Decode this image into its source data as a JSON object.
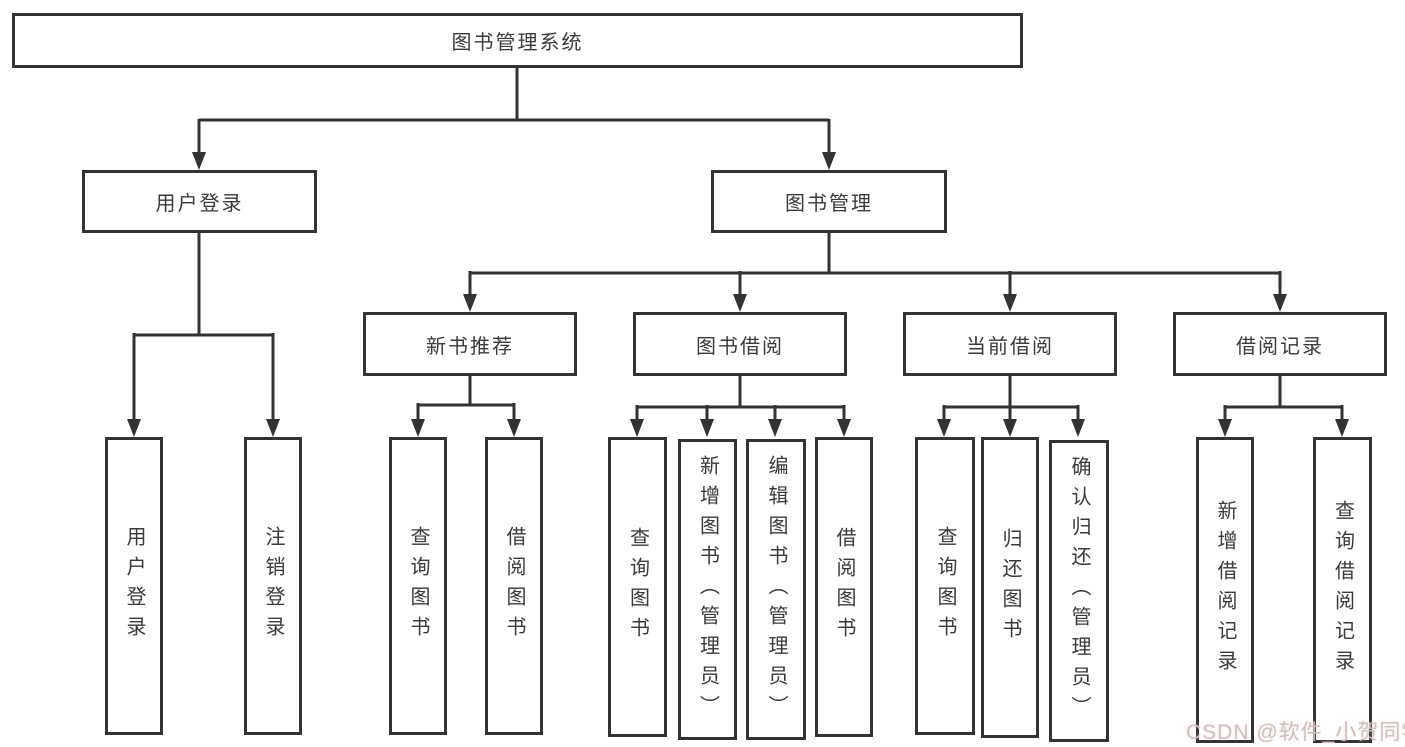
{
  "tree": {
    "root": "图书管理系统",
    "branches": [
      {
        "label": "用户登录",
        "children": [
          "用户登录",
          "注销登录"
        ]
      },
      {
        "label": "图书管理",
        "children": [
          {
            "label": "新书推荐",
            "children": [
              "查询图书",
              "借阅图书"
            ]
          },
          {
            "label": "图书借阅",
            "children": [
              "查询图书",
              "新增图书（管理员）",
              "编辑图书（管理员）",
              "借阅图书"
            ]
          },
          {
            "label": "当前借阅",
            "children": [
              "查询图书",
              "归还图书",
              "确认归还（管理员）"
            ]
          },
          {
            "label": "借阅记录",
            "children": [
              "新增借阅记录",
              "查询借阅记录"
            ]
          }
        ]
      }
    ]
  },
  "watermark": {
    "text": "CSDN @软件_小贺同学"
  },
  "colors": {
    "line": "#333333",
    "box_border": "#333333",
    "text": "#3a3a3a",
    "watermark": "#ccc1c1",
    "background": "#ffffff"
  }
}
